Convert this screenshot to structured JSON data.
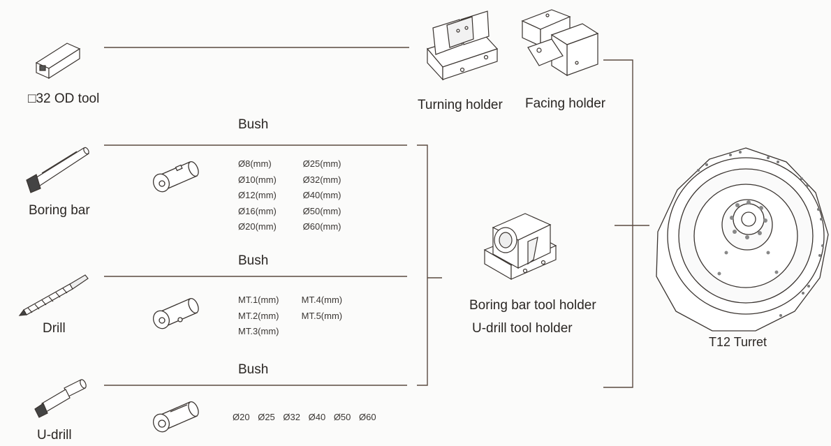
{
  "tools": {
    "od_tool": "□32 OD tool",
    "boring_bar": "Boring bar",
    "drill": "Drill",
    "u_drill": "U-drill"
  },
  "holders": {
    "turning": "Turning holder",
    "facing": "Facing holder",
    "boring_bar_holder": "Boring bar tool holder",
    "u_drill_holder": "U-drill tool holder"
  },
  "turret": {
    "label": "T12 Turret"
  },
  "bushes": {
    "boring": {
      "label": "Bush",
      "col1": [
        "Ø8(mm)",
        "Ø10(mm)",
        "Ø12(mm)",
        "Ø16(mm)",
        "Ø20(mm)"
      ],
      "col2": [
        "Ø25(mm)",
        "Ø32(mm)",
        "Ø40(mm)",
        "Ø50(mm)",
        "Ø60(mm)"
      ]
    },
    "drill": {
      "label": "Bush",
      "col1": [
        "MT.1(mm)",
        "MT.2(mm)",
        "MT.3(mm)"
      ],
      "col2": [
        "MT.4(mm)",
        "MT.5(mm)"
      ]
    },
    "udrill": {
      "label": "Bush",
      "sizes": [
        "Ø20",
        "Ø25",
        "Ø32",
        "Ø40",
        "Ø50",
        "Ø60"
      ]
    }
  },
  "colors": {
    "line": "#5b4a40",
    "text": "#2a2623",
    "bg": "#fbfbfa"
  }
}
